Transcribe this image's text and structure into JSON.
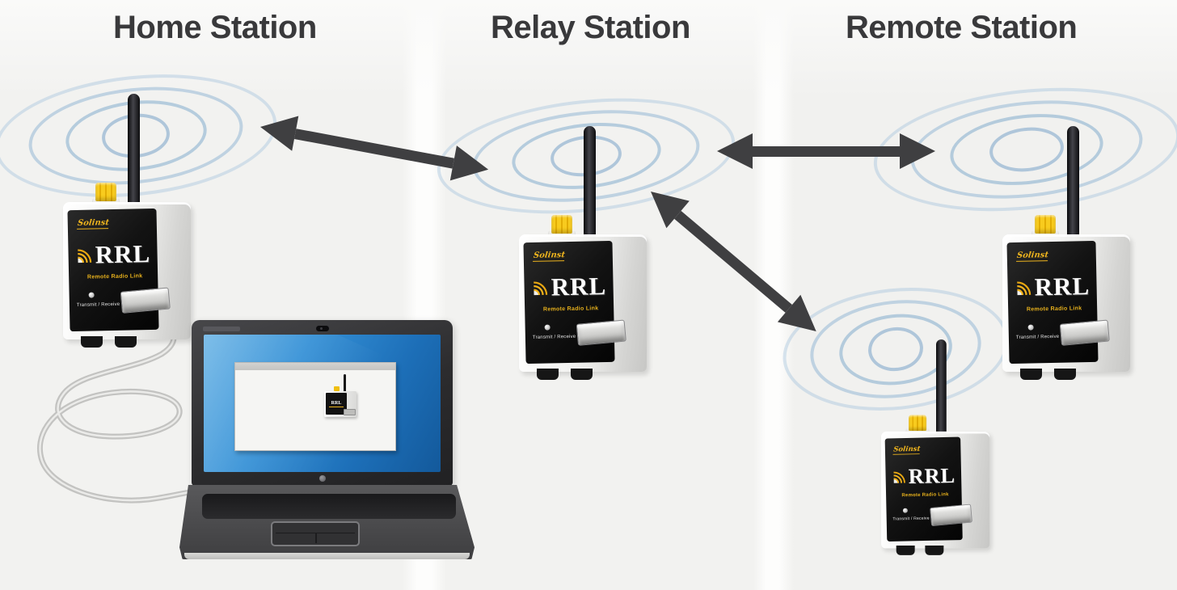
{
  "stations": [
    {
      "id": "home",
      "label": "Home Station"
    },
    {
      "id": "relay",
      "label": "Relay Station"
    },
    {
      "id": "remote",
      "label": "Remote Station"
    }
  ],
  "device": {
    "brand": "Solinst",
    "model": "RRL",
    "subtitle": "Remote Radio Link",
    "status_label": "Transmit / Receive"
  },
  "links": [
    {
      "from": "home",
      "to": "relay",
      "type": "bidirectional-wireless"
    },
    {
      "from": "relay",
      "to": "remote-1",
      "type": "bidirectional-wireless"
    },
    {
      "from": "relay",
      "to": "remote-2",
      "type": "bidirectional-wireless"
    }
  ],
  "colors": {
    "title_text": "#39393b",
    "arrow": "#3f3f41",
    "wave_blue": "#7da8cc",
    "accent_yellow": "#f2c21d",
    "device_panel": "#141414",
    "laptop_screen_blue": "#2f8ad2",
    "background_panel": "#f2f2f0"
  }
}
